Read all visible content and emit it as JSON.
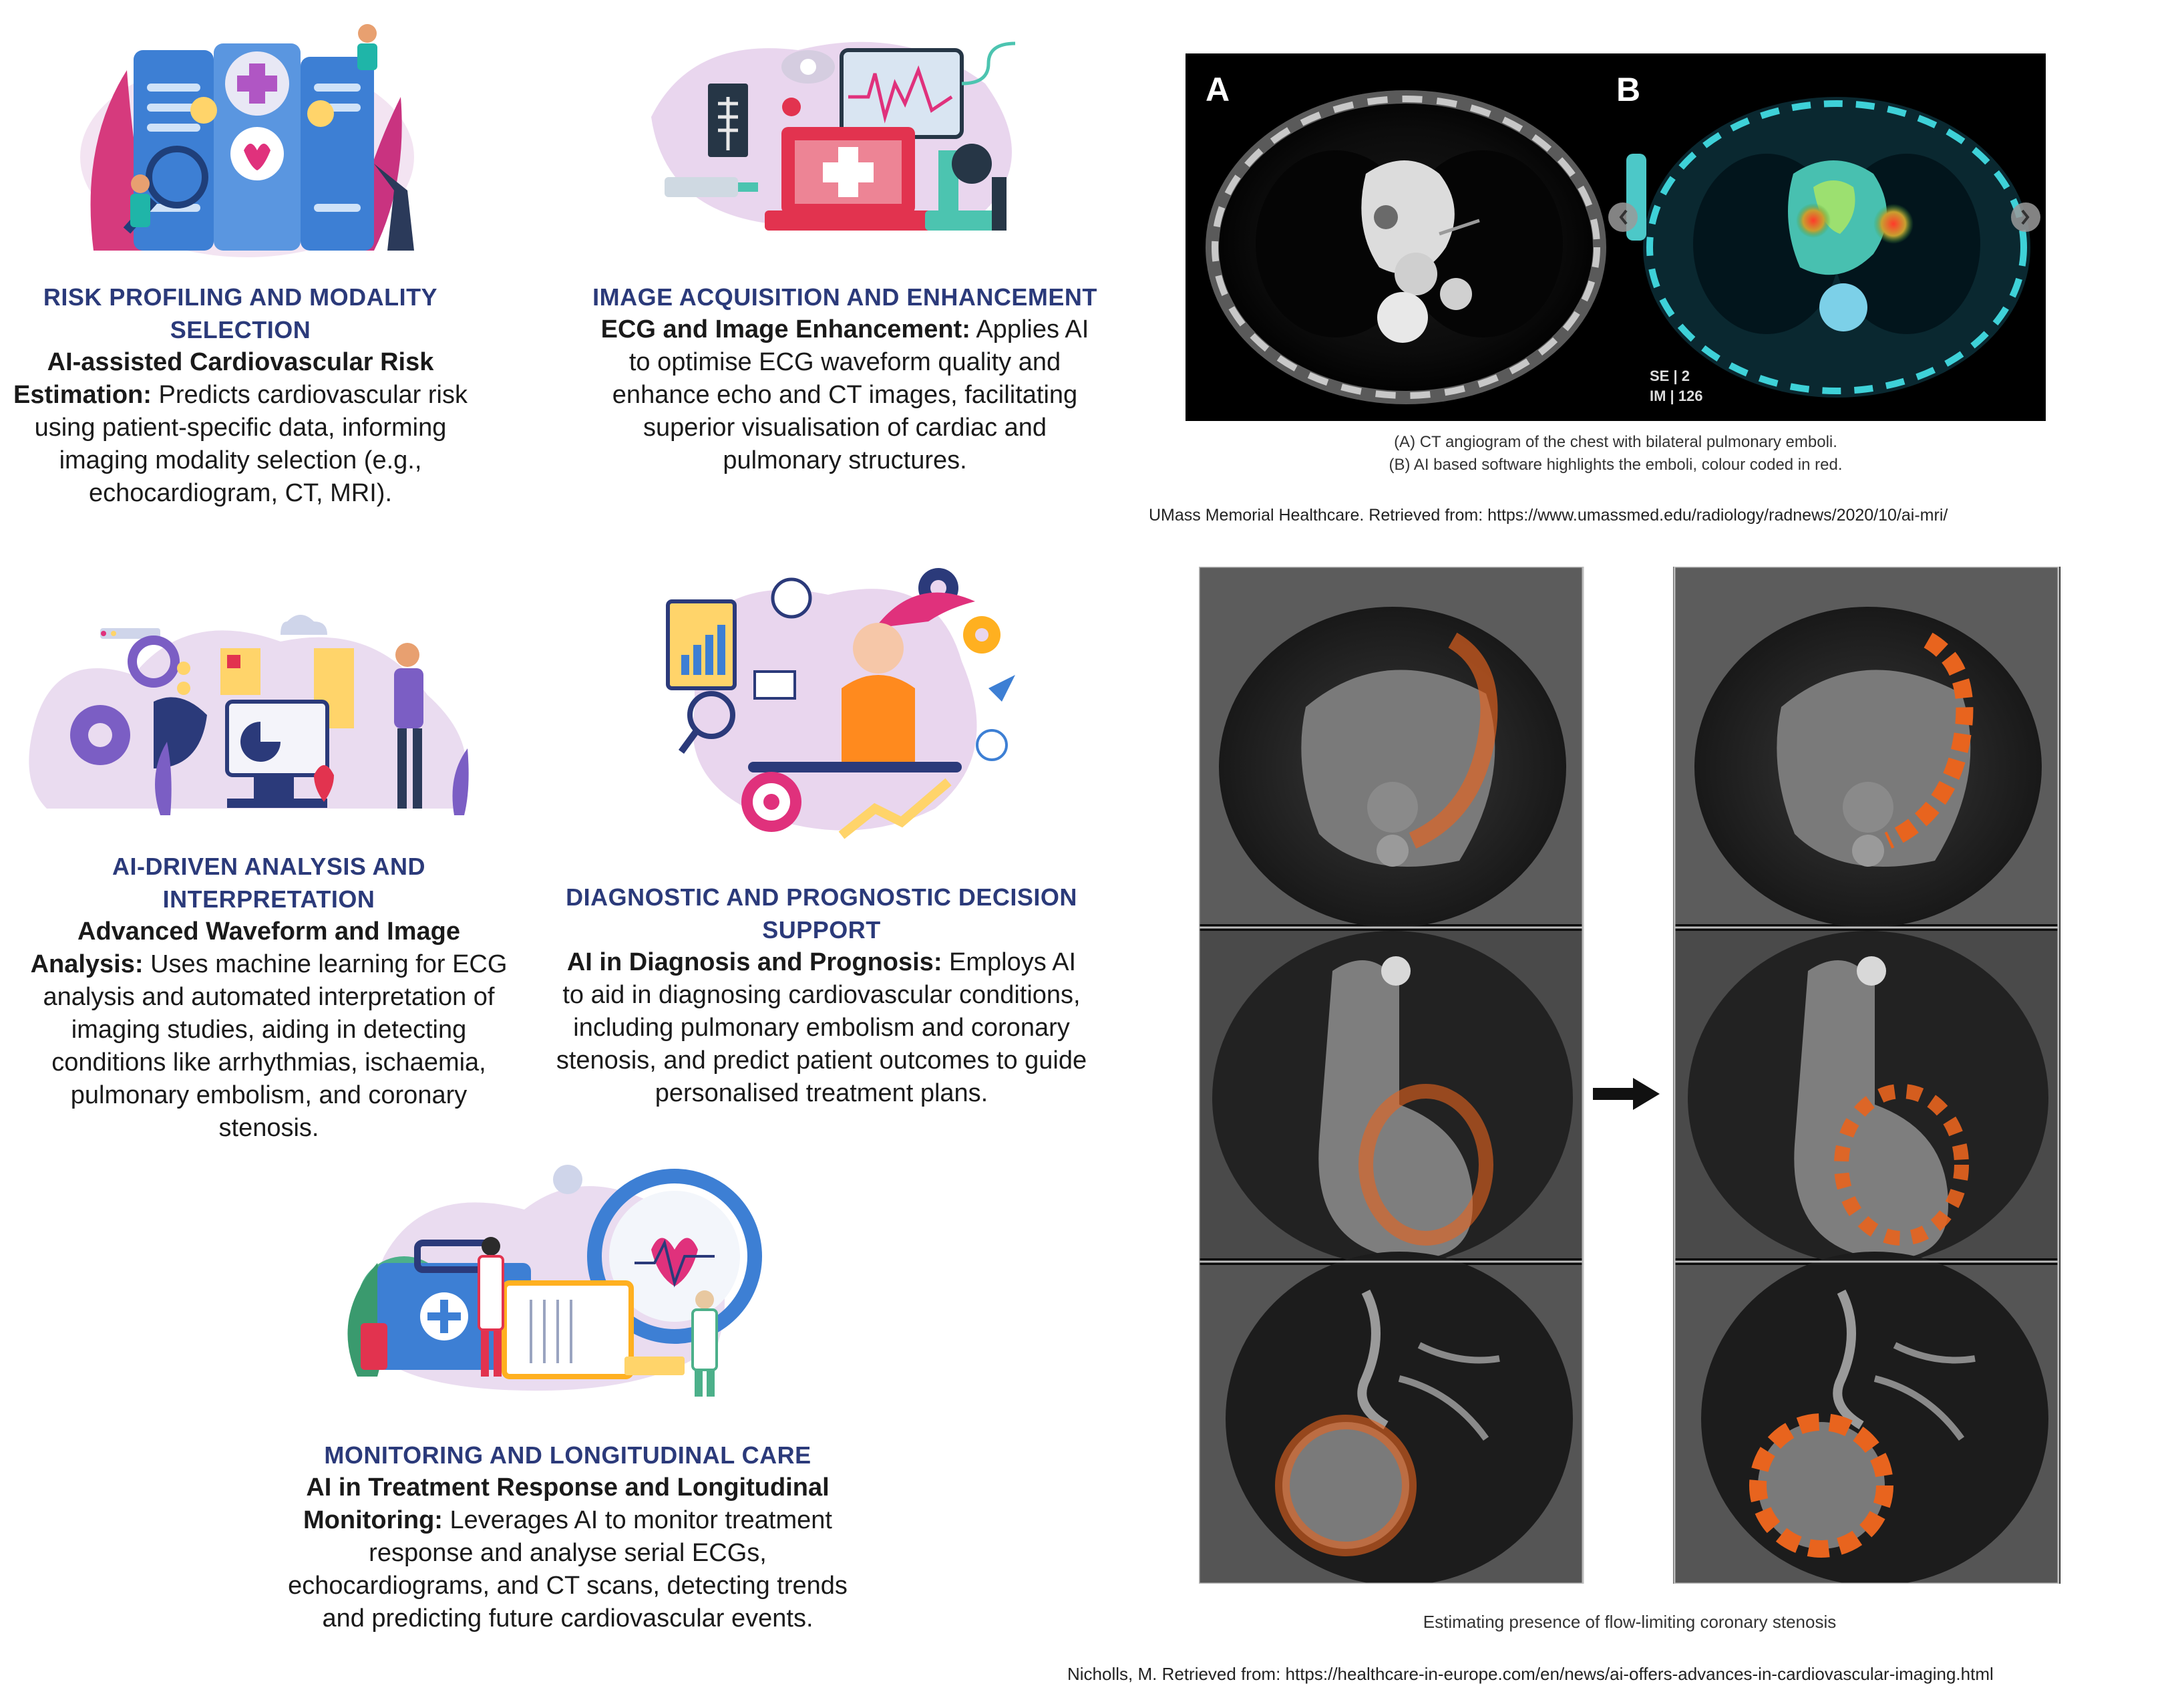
{
  "sections": {
    "risk": {
      "heading": "RISK PROFILING AND MODALITY SELECTION",
      "lead": "AI-assisted Cardiovascular Risk Estimation:",
      "body": " Predicts cardiovascular risk using patient-specific data, informing imaging modality selection (e.g., echocardiogram, CT, MRI)."
    },
    "acquisition": {
      "heading": "IMAGE ACQUISITION AND ENHANCEMENT",
      "lead": "ECG and Image Enhancement:",
      "body": " Applies AI to optimise ECG waveform quality and enhance echo and CT images, facilitating superior visualisation of cardiac and pulmonary structures."
    },
    "analysis": {
      "heading": "AI-DRIVEN ANALYSIS AND INTERPRETATION",
      "lead": "Advanced Waveform and Image Analysis:",
      "body": " Uses machine learning for ECG analysis and automated interpretation of imaging studies, aiding in detecting conditions like arrhythmias, ischaemia, pulmonary embolism, and coronary stenosis."
    },
    "decision": {
      "heading": "DIAGNOSTIC AND PROGNOSTIC DECISION SUPPORT",
      "lead": "AI in Diagnosis and Prognosis:",
      "body": " Employs AI to aid in diagnosing cardiovascular conditions, including pulmonary embolism and coronary stenosis, and predict patient outcomes to guide personalised treatment plans."
    },
    "monitoring": {
      "heading": "MONITORING AND LONGITUDINAL CARE",
      "lead": "AI in Treatment Response and Longitudinal Monitoring:",
      "body": " Leverages AI to monitor treatment response and analyse serial ECGs, echocardiograms, and CT scans, detecting trends and predicting future cardiovascular events."
    }
  },
  "ct_figure": {
    "label_a": "A",
    "label_b": "B",
    "se_label": "SE | 2",
    "im_label": "IM | 126",
    "caption_line1": "(A) CT angiogram of the chest with bilateral pulmonary emboli.",
    "caption_line2": "(B) AI based software highlights the emboli, colour coded in red.",
    "source": "UMass Memorial Healthcare. Retrieved from: https://www.umassmed.edu/radiology/radnews/2020/10/ai-mri/"
  },
  "coronary_figure": {
    "caption": "Estimating presence of flow-limiting coronary stenosis",
    "source": "Nicholls, M. Retrieved from: https://healthcare-in-europe.com/en/news/ai-offers-advances-in-cardiovascular-imaging.html"
  },
  "colors": {
    "heading": "#2b3a7a",
    "overlay_orange": "#e8641e",
    "illustration_purple": "#c9a2d8",
    "illustration_pink": "#e0317c",
    "illustration_blue": "#3d7fd4"
  }
}
